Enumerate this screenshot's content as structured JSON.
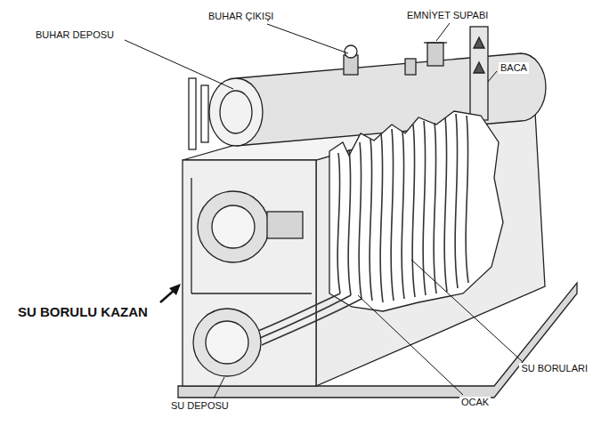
{
  "diagram": {
    "labels": [
      "BUHAR DEPOSU",
      "BUHAR ÇIKIŞI",
      "EMNİYET SUPABI",
      "BACA",
      "SU BORULU KAZAN",
      "SU DEPOSU",
      "SU BORULARI",
      "OCAK"
    ]
  }
}
